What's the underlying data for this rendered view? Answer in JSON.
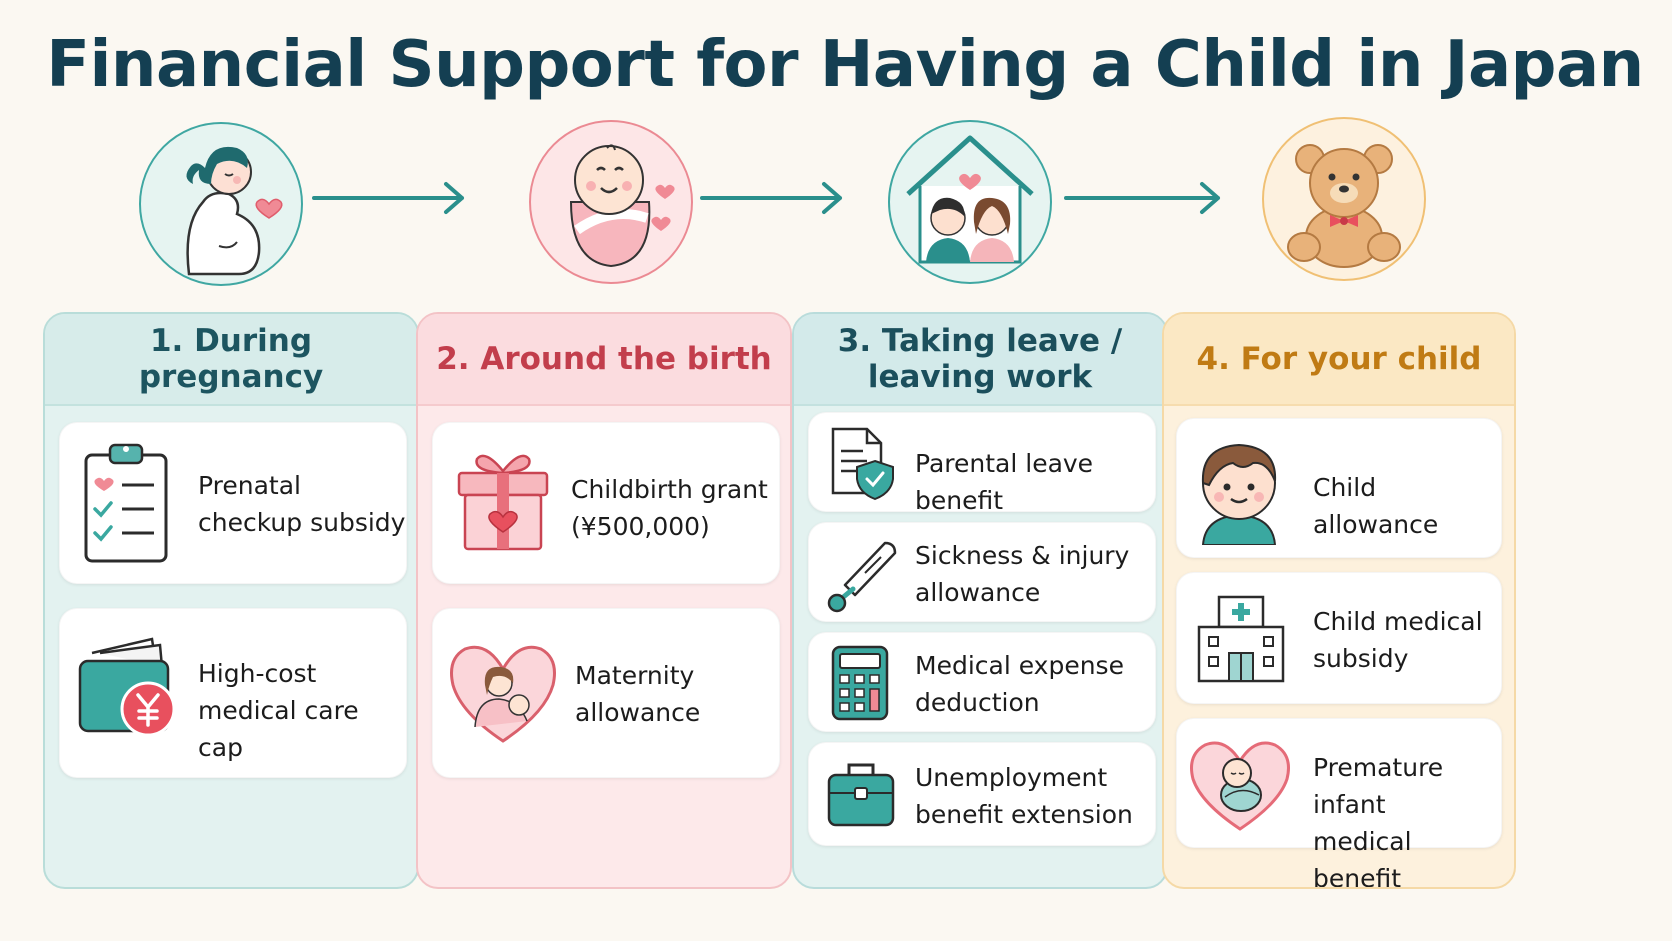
{
  "title": "Financial Support for Having a Child in Japan",
  "columns": [
    {
      "heading": "1. During pregnancy",
      "items": [
        {
          "label_line1": "Prenatal",
          "label_line2": "checkup subsidy",
          "icon": "clipboard-checklist-icon"
        },
        {
          "label_line1": "High-cost",
          "label_line2": "medical care cap",
          "icon": "wallet-yen-icon"
        }
      ]
    },
    {
      "heading": "2. Around the birth",
      "items": [
        {
          "label_line1": "Childbirth grant",
          "label_line2": "(¥500,000)",
          "icon": "gift-box-icon"
        },
        {
          "label_line1": "Maternity",
          "label_line2": "allowance",
          "icon": "mother-baby-heart-icon"
        }
      ]
    },
    {
      "heading_line1": "3. Taking leave /",
      "heading_line2": "leaving work",
      "items": [
        {
          "label_line1": "Parental leave benefit",
          "label_line2": "",
          "icon": "document-shield-icon"
        },
        {
          "label_line1": "Sickness & injury",
          "label_line2": "allowance",
          "icon": "thermometer-icon"
        },
        {
          "label_line1": "Medical expense",
          "label_line2": "deduction",
          "icon": "calculator-icon"
        },
        {
          "label_line1": "Unemployment",
          "label_line2": "benefit extension",
          "icon": "briefcase-icon"
        }
      ]
    },
    {
      "heading": "4. For your child",
      "items": [
        {
          "label_line1": "Child allowance",
          "label_line2": "",
          "icon": "child-face-icon"
        },
        {
          "label_line1": "Child medical",
          "label_line2": "subsidy",
          "icon": "hospital-icon"
        },
        {
          "label_line1": "Premature infant",
          "label_line2": "medical benefit",
          "icon": "baby-heart-icon"
        }
      ]
    }
  ],
  "stage_icons": [
    "pregnant-woman-icon",
    "swaddled-baby-icon",
    "parents-house-icon",
    "teddy-bear-icon"
  ],
  "colors": {
    "teal": "#2a8f8c",
    "pink": "#e8707c",
    "gold": "#e9a948",
    "title": "#143f52"
  }
}
